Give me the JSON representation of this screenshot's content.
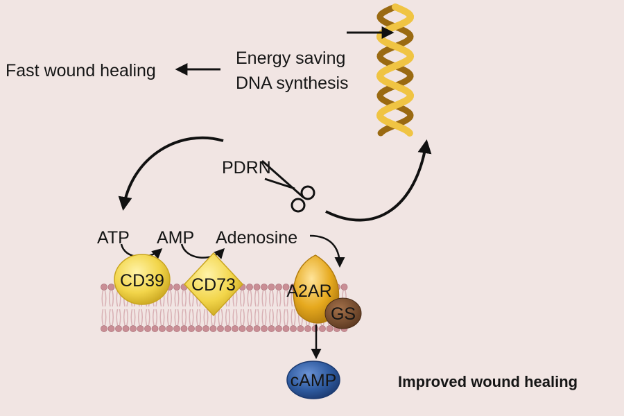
{
  "labels": {
    "fast_wound_healing": "Fast wound healing",
    "energy_saving": "Energy saving",
    "dna_synthesis": "DNA synthesis",
    "pdrn": "PDRN",
    "atp": "ATP",
    "amp": "AMP",
    "adenosine": "Adenosine",
    "cd39": "CD39",
    "cd73": "CD73",
    "a2ar": "A2AR",
    "gs": "GS",
    "camp": "cAMP",
    "improved_wound_healing": "Improved wound healing"
  },
  "colors": {
    "background": "#f1e5e3",
    "arrow": "#111111",
    "dna_strand_light": "#f0c443",
    "dna_strand_dark": "#9a6a12",
    "membrane_head": "#c98e95",
    "membrane_tail": "#d8b0b4",
    "enzyme_yellow": "#f2d54a",
    "receptor_gold": "#e6a91e",
    "gs_brown": "#7a4f2f",
    "camp_blue": "#2f5ba0"
  },
  "icons": {
    "dna": "dna-double-helix-icon",
    "scissors": "scissors-icon"
  }
}
